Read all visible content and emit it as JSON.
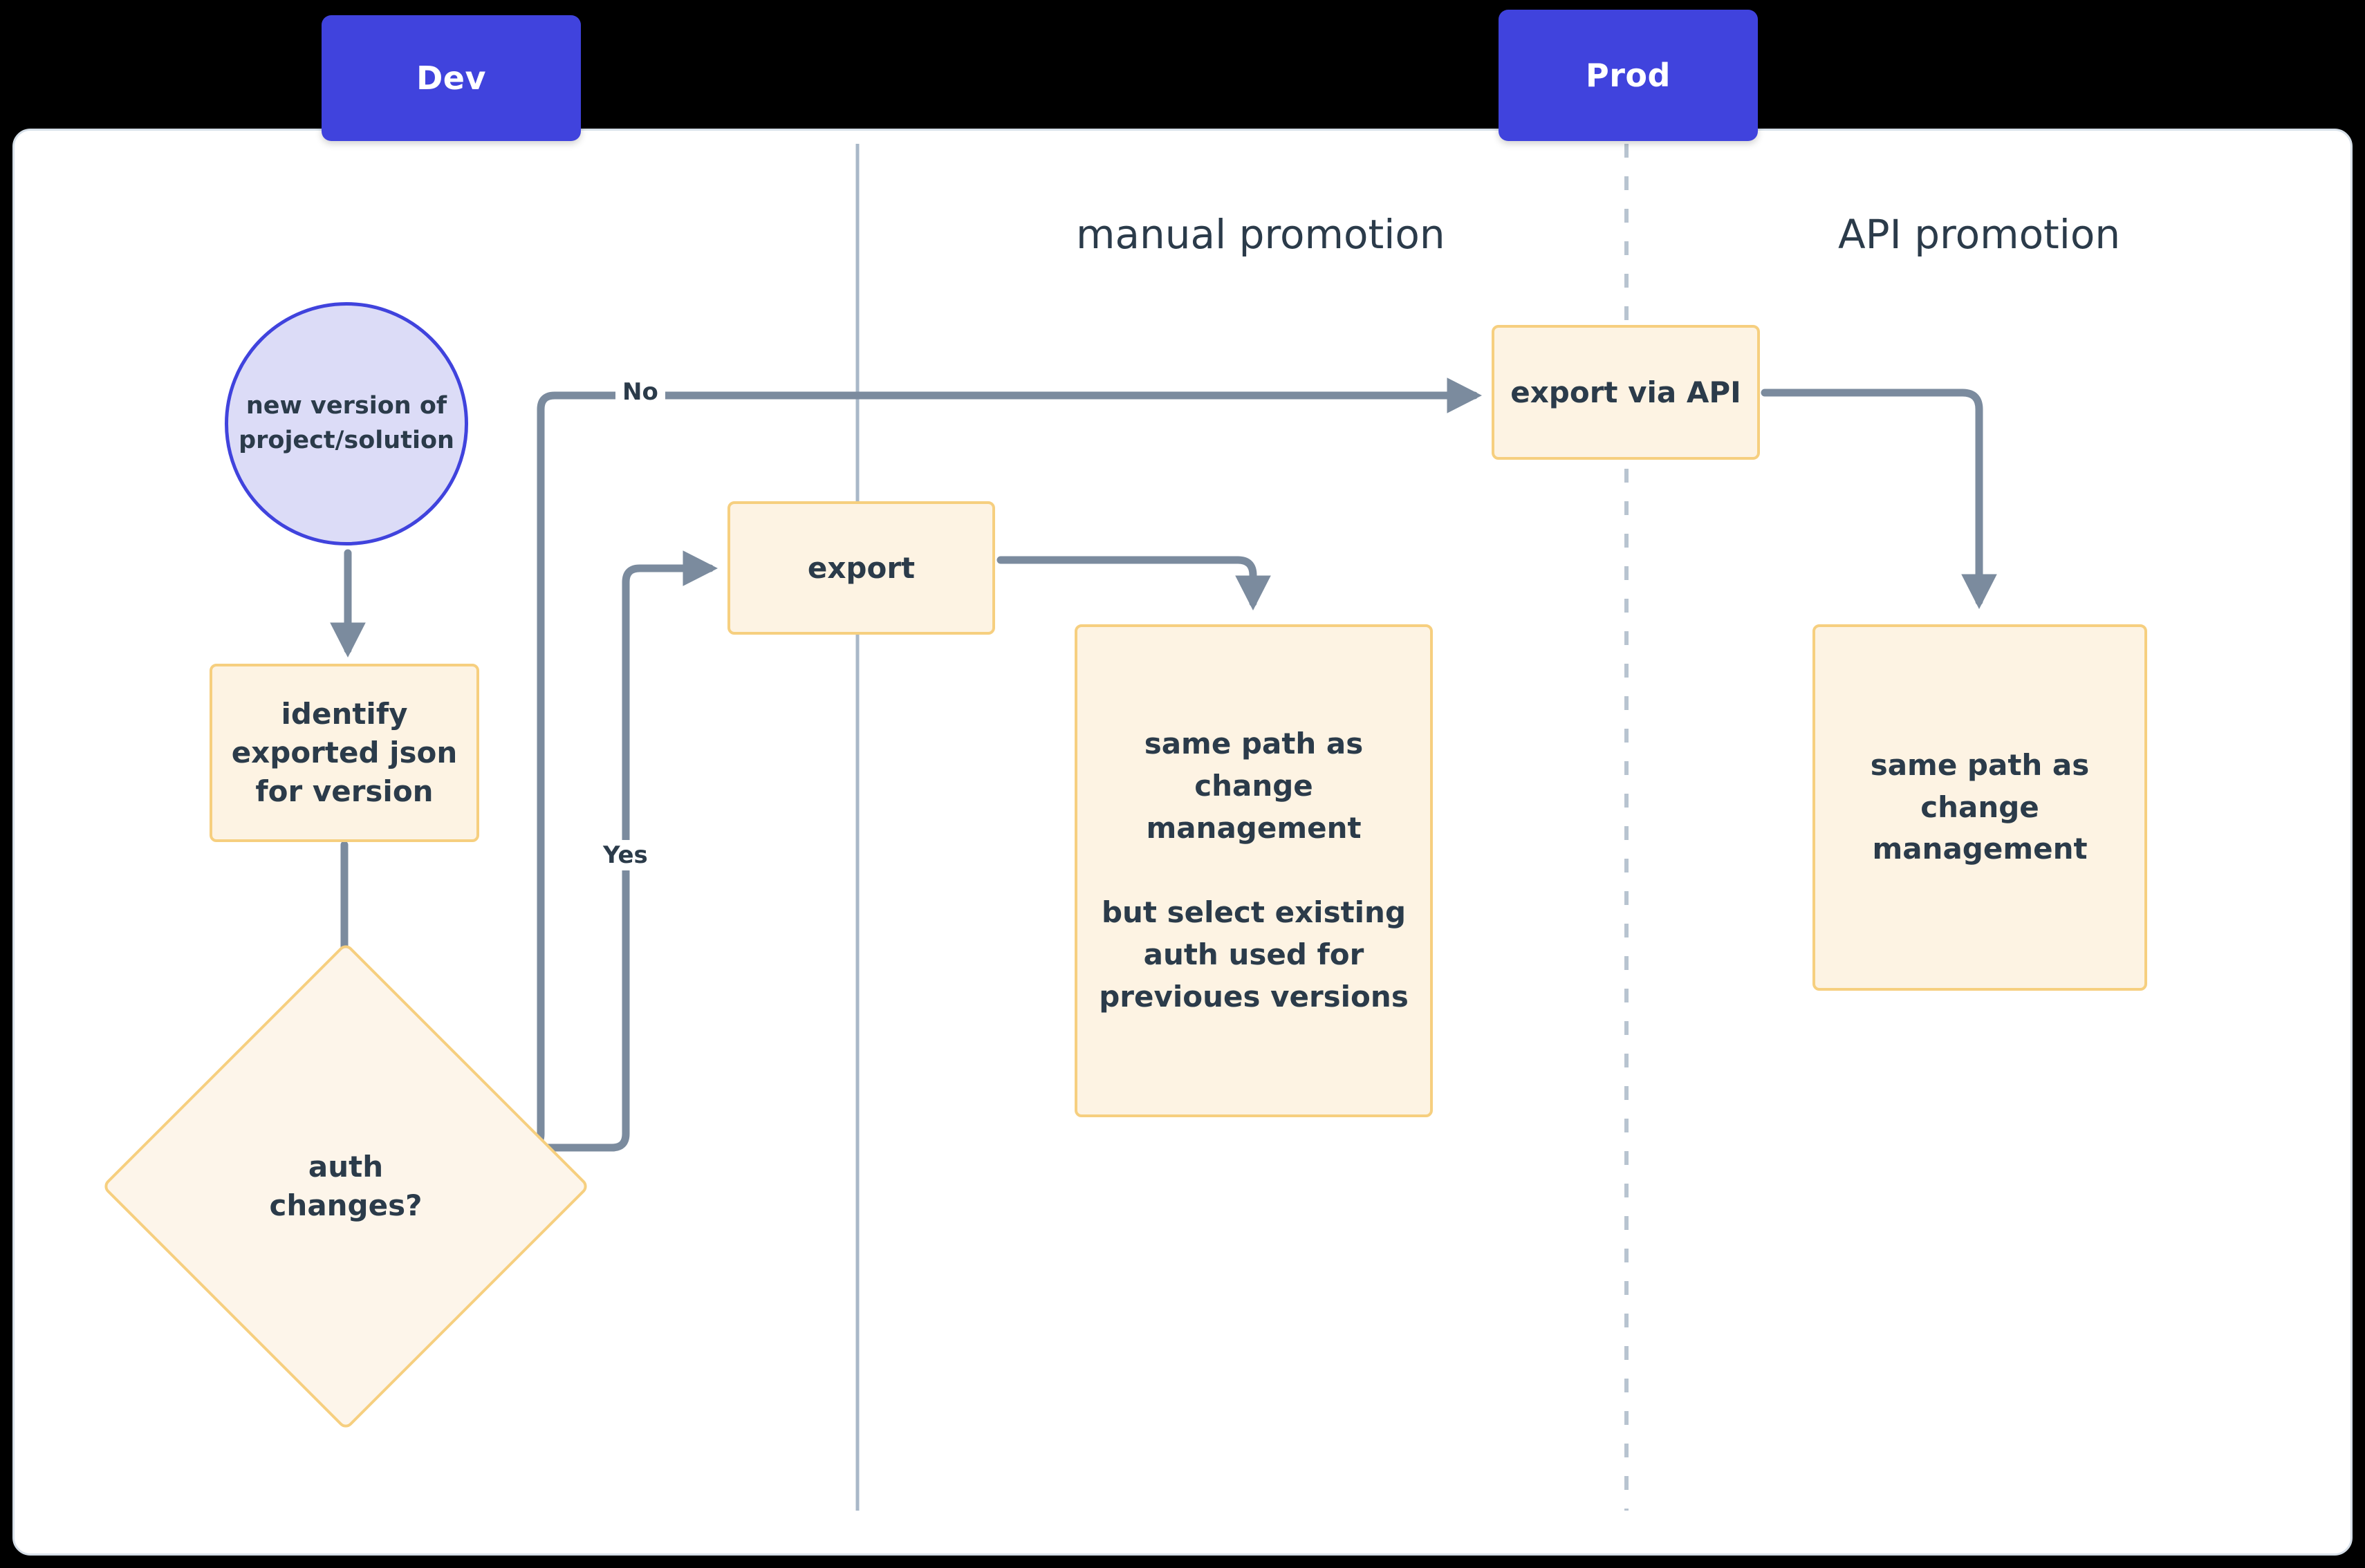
{
  "canvas": {
    "background_color": "#000000",
    "card_color": "#ffffff",
    "card_border_color": "#d6dfe8"
  },
  "theme": {
    "lane_tab_color": "#4043dd",
    "lane_tab_text_color": "#ffffff",
    "box_fill": "#fdf3e3",
    "box_border": "#f6cf7f",
    "circle_fill": "#dcdcf7",
    "circle_border": "#4043dd",
    "connector_color": "#7b8b9e",
    "divider_solid_color": "#a9b8c8",
    "divider_dashed_color": "#b8c4d0",
    "text_color": "#2b3b4a"
  },
  "lanes": [
    {
      "id": "dev",
      "label": "Dev"
    },
    {
      "id": "prod",
      "label": "Prod"
    }
  ],
  "column_headers": [
    {
      "id": "manual",
      "label": "manual promotion"
    },
    {
      "id": "api",
      "label": "API promotion"
    }
  ],
  "nodes": [
    {
      "id": "new-version",
      "shape": "circle",
      "label": "new version of\nproject/solution"
    },
    {
      "id": "identify",
      "shape": "rect",
      "label": "identify\nexported json\nfor version"
    },
    {
      "id": "auth-changes",
      "shape": "diamond",
      "label": "auth\nchanges?"
    },
    {
      "id": "export",
      "shape": "rect",
      "label": "export"
    },
    {
      "id": "export-via-api",
      "shape": "rect",
      "label": "export via API"
    },
    {
      "id": "manual-detail",
      "shape": "rect",
      "label": "same path as\nchange\nmanagement\n\nbut select existing\nauth used for\nprevioues versions"
    },
    {
      "id": "api-detail",
      "shape": "rect",
      "label": "same path as\nchange\nmanagement"
    }
  ],
  "edges": [
    {
      "from": "new-version",
      "to": "identify",
      "label": ""
    },
    {
      "from": "identify",
      "to": "auth-changes",
      "label": ""
    },
    {
      "from": "auth-changes",
      "to": "export-via-api",
      "label": "No"
    },
    {
      "from": "auth-changes",
      "to": "export",
      "label": "Yes"
    },
    {
      "from": "export",
      "to": "manual-detail",
      "label": ""
    },
    {
      "from": "export-via-api",
      "to": "api-detail",
      "label": ""
    }
  ],
  "edge_labels": {
    "no": "No",
    "yes": "Yes"
  }
}
